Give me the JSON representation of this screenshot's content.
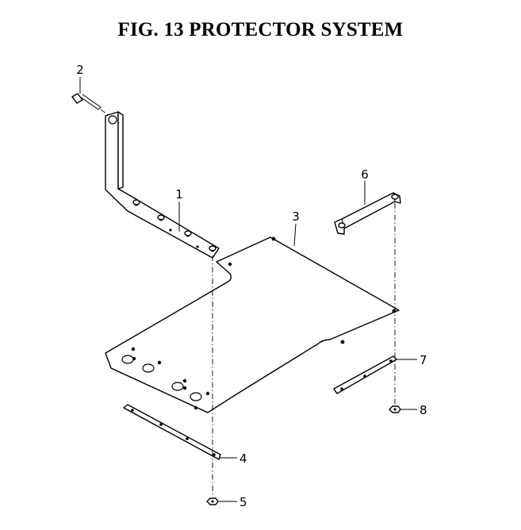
{
  "title": "FIG. 13  PROTECTOR SYSTEM",
  "callouts": [
    {
      "id": "1",
      "label": "1"
    },
    {
      "id": "2",
      "label": "2"
    },
    {
      "id": "3",
      "label": "3"
    },
    {
      "id": "4",
      "label": "4"
    },
    {
      "id": "5",
      "label": "5"
    },
    {
      "id": "6",
      "label": "6"
    },
    {
      "id": "7",
      "label": "7"
    },
    {
      "id": "8",
      "label": "8"
    }
  ]
}
